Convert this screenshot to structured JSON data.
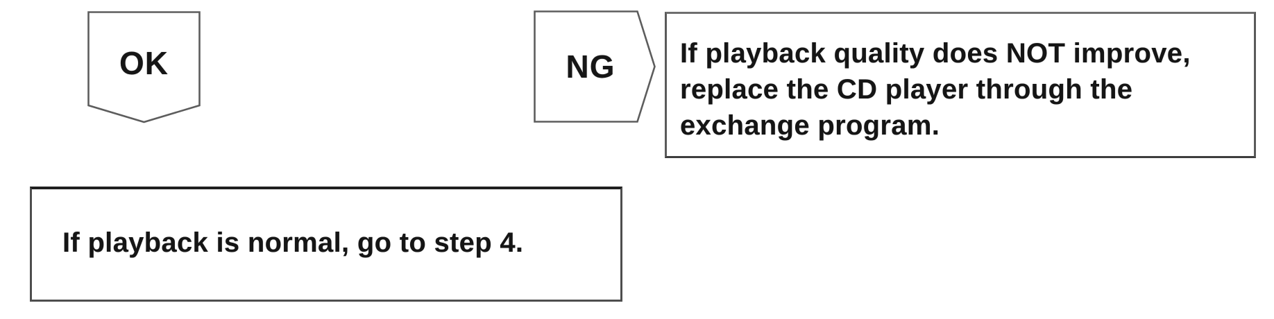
{
  "flowchart": {
    "ok_connector": {
      "label": "OK"
    },
    "ng_connector": {
      "label": "NG"
    },
    "ng_result_box": {
      "lines": [
        "If playback quality does NOT improve,",
        "replace the CD player through the",
        "exchange program."
      ]
    },
    "ok_result_box": {
      "lines": [
        "If playback is normal, go to step 4."
      ]
    }
  },
  "colors": {
    "background": "#ffffff",
    "text": "#151515",
    "shape_border": "#5d5d5d",
    "box_border": "#4e4e4e"
  }
}
